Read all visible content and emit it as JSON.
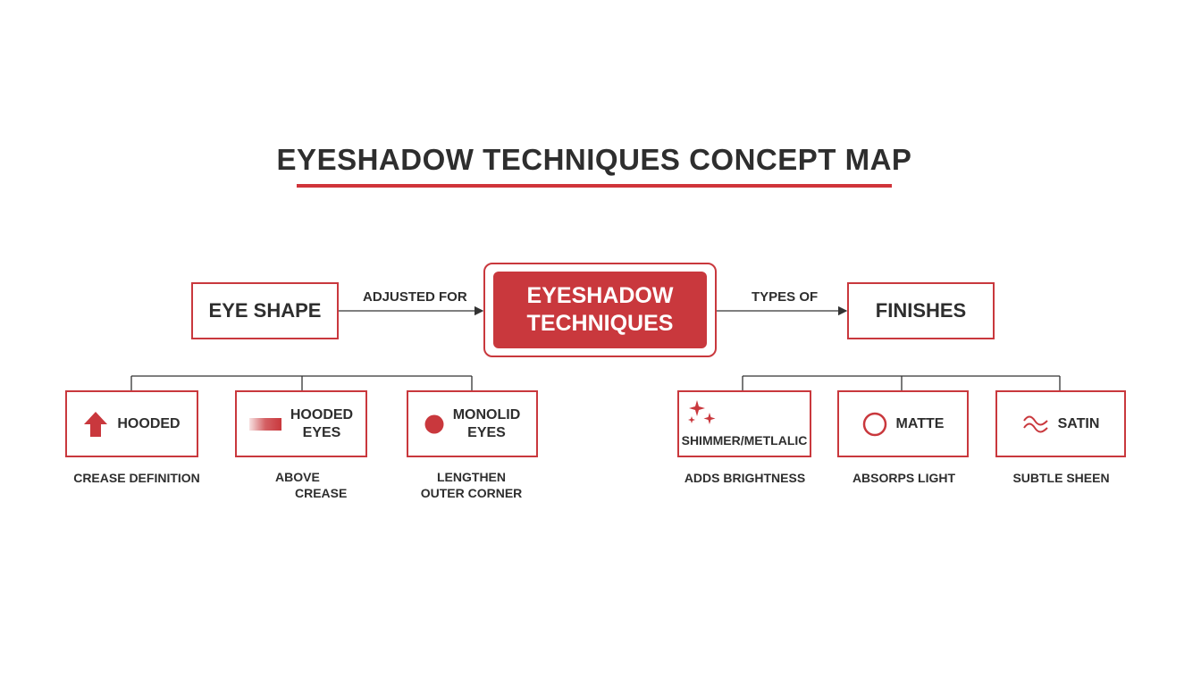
{
  "title": "EYESHADOW TECHNIQUES CONCEPT MAP",
  "colors": {
    "accent": "#c9383d",
    "text": "#2e2e2e",
    "line": "#333333"
  },
  "center": {
    "line1": "EYESHADOW",
    "line2": "TECHNIQUES"
  },
  "left_node": {
    "label": "EYE SHAPE",
    "link_label": "ADJUSTED FOR"
  },
  "right_node": {
    "label": "FINISHES",
    "link_label": "TYPES OF"
  },
  "eye_shapes": [
    {
      "label": "HOODED",
      "icon": "arrow-up-icon",
      "desc1": "CREASE DEFINITION",
      "desc2": ""
    },
    {
      "label1": "HOODED",
      "label2": "EYES",
      "icon": "gradient-bar-icon",
      "desc1": "ABOVE",
      "desc2": "CREASE"
    },
    {
      "label1": "MONOLID",
      "label2": "EYES",
      "icon": "filled-circle-icon",
      "desc1": "LENGTHEN",
      "desc2": "OUTER CORNER"
    }
  ],
  "finishes": [
    {
      "label": "SHIMMER/METLALIC",
      "icon": "sparkle-icon",
      "desc": "ADDS BRIGHTNESS"
    },
    {
      "label": "MATTE",
      "icon": "ring-icon",
      "desc": "ABSORPS LIGHT"
    },
    {
      "label": "SATIN",
      "icon": "wave-icon",
      "desc": "SUBTLE SHEEN"
    }
  ]
}
